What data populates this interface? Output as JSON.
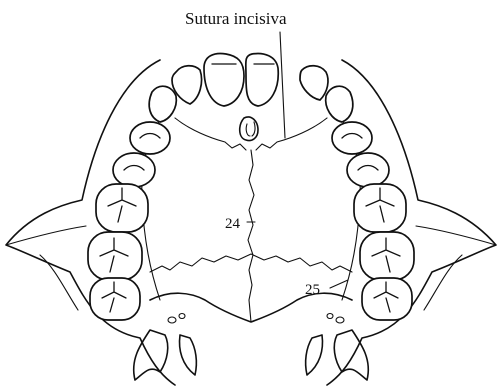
{
  "labels": {
    "top": "Sutura incisiva",
    "mid": "24",
    "bottom": "25"
  },
  "colors": {
    "ink": "#111111",
    "paper": "#ffffff"
  }
}
